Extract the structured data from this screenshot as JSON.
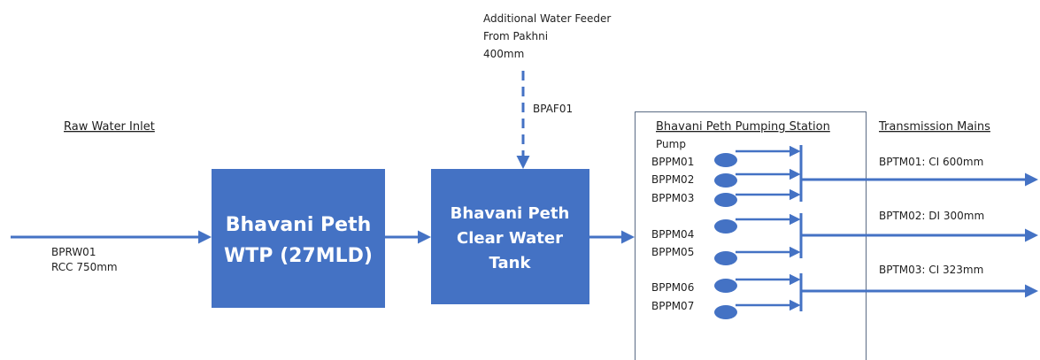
{
  "colors": {
    "primary": "#4472c4",
    "pipe": "#4472c4",
    "box_text": "#ffffff",
    "station_border": "#5a6b84",
    "label_text": "#1f1f1f"
  },
  "raw_water": {
    "heading": "Raw Water Inlet",
    "pipe_id": "BPRW01",
    "pipe_spec": "RCC 750mm"
  },
  "wtp": {
    "line1": "Bhavani Peth",
    "line2": "WTP (27MLD)"
  },
  "clear_tank": {
    "line1": "Bhavani Peth",
    "line2": "Clear Water",
    "line3": "Tank"
  },
  "feeder": {
    "line1": "Additional Water Feeder",
    "line2": "From Pakhni",
    "line3": "400mm",
    "pipe_id": "BPAF01"
  },
  "station": {
    "heading": "Bhavani Peth Pumping Station",
    "pump_heading": "Pump",
    "pumps": [
      "BPPM01",
      "BPPM02",
      "BPPM03",
      "BPPM04",
      "BPPM05",
      "BPPM06",
      "BPPM07"
    ]
  },
  "transmission": {
    "heading": "Transmission Mains",
    "mains": [
      "BPTM01: CI 600mm",
      "BPTM02: DI 300mm",
      "BPTM03: CI 323mm"
    ]
  }
}
